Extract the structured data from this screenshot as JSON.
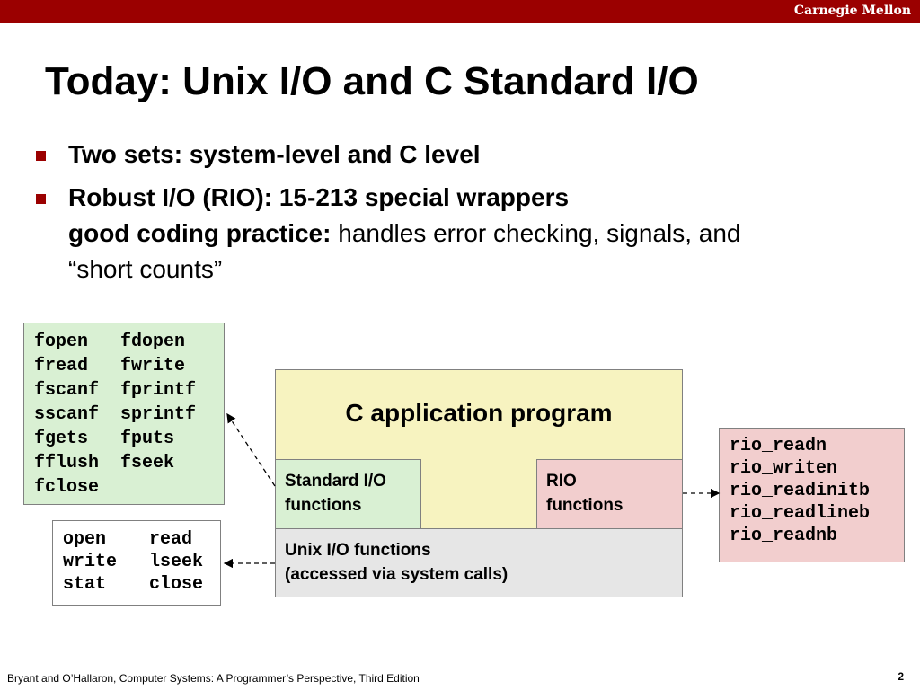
{
  "header": {
    "brand": "Carnegie Mellon"
  },
  "title": "Today: Unix I/O and C Standard I/O",
  "bullets": [
    {
      "text": "Two sets: system-level and C level"
    },
    {
      "text": "Robust I/O (RIO): 15-213 special wrappers",
      "sub_bold": "good coding practice:",
      "sub_text": " handles error checking, signals, and",
      "sub_text2": "“short counts”"
    }
  ],
  "diagram": {
    "stdio_functions": [
      [
        "fopen",
        "fdopen"
      ],
      [
        "fread",
        "fwrite"
      ],
      [
        "fscanf",
        "fprintf"
      ],
      [
        "sscanf",
        "sprintf"
      ],
      [
        "fgets",
        "fputs"
      ],
      [
        "fflush",
        "fseek"
      ],
      [
        "fclose",
        ""
      ]
    ],
    "unix_functions": [
      [
        "open",
        "read"
      ],
      [
        "write",
        "lseek"
      ],
      [
        "stat",
        "close"
      ]
    ],
    "rio_functions": [
      "rio_readn",
      "rio_writen",
      "rio_readinitb",
      "rio_readlineb",
      "rio_readnb"
    ],
    "app_label": "C application program",
    "stdio_label": [
      "Standard I/O",
      "functions"
    ],
    "rio_label": [
      "RIO",
      "functions"
    ],
    "unix_label": [
      "Unix I/O functions",
      "(accessed via system calls)"
    ],
    "colors": {
      "stdio": "#d9f0d3",
      "app": "#f7f3c0",
      "rio": "#f2cece",
      "unix": "#e6e6e6",
      "accent": "#9b0000"
    }
  },
  "footer": {
    "citation": "Bryant and O’Hallaron, Computer Systems: A Programmer’s Perspective, Third Edition",
    "page": "2"
  }
}
